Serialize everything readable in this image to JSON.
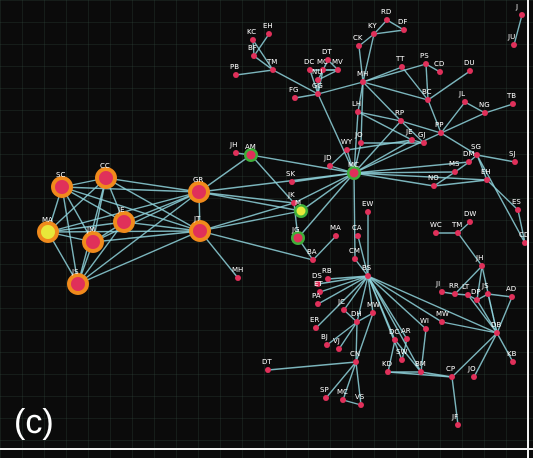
{
  "figure": {
    "panel_label": "(c)"
  },
  "colors": {
    "background": "#0b0b0b",
    "grid": "#2a3a33",
    "edge": "#8fd3dc",
    "node_fill": "#e0305a",
    "node_highlight_fill": "#e8e83a",
    "ring_orange": "#f08a1c",
    "ring_green": "#3fae3a"
  },
  "nodes": [
    {
      "id": "SC",
      "label": "SC",
      "ring": "orange",
      "fill": "red"
    },
    {
      "id": "CC",
      "label": "CC",
      "ring": "orange",
      "fill": "red"
    },
    {
      "id": "MA1",
      "label": "MA",
      "ring": "orange",
      "fill": "yellow"
    },
    {
      "id": "JM",
      "label": "JM",
      "ring": "orange",
      "fill": "red"
    },
    {
      "id": "JE",
      "label": "JE",
      "ring": "orange",
      "fill": "red"
    },
    {
      "id": "JS",
      "label": "JS",
      "ring": "orange",
      "fill": "red"
    },
    {
      "id": "GR",
      "label": "GR",
      "ring": "orange",
      "fill": "red"
    },
    {
      "id": "JT",
      "label": "JT",
      "ring": "orange",
      "fill": "red"
    },
    {
      "id": "MH1",
      "label": "MH",
      "ring": "none",
      "fill": "red"
    },
    {
      "id": "AM",
      "label": "AM",
      "ring": "green",
      "fill": "red"
    },
    {
      "id": "JH1",
      "label": "JH",
      "ring": "none",
      "fill": "red"
    },
    {
      "id": "SK",
      "label": "SK",
      "ring": "none",
      "fill": "red"
    },
    {
      "id": "JK",
      "label": "JK",
      "ring": "none",
      "fill": "red"
    },
    {
      "id": "AM2",
      "label": "M",
      "ring": "green",
      "fill": "yellow"
    },
    {
      "id": "JG",
      "label": "JG",
      "ring": "green",
      "fill": "red"
    },
    {
      "id": "BA",
      "label": "BA",
      "ring": "none",
      "fill": "red"
    },
    {
      "id": "MC",
      "label": "MC",
      "ring": "green",
      "fill": "red"
    },
    {
      "id": "JD",
      "label": "JD",
      "ring": "none",
      "fill": "red"
    },
    {
      "id": "EW",
      "label": "EW",
      "ring": "none",
      "fill": "red"
    },
    {
      "id": "CA",
      "label": "CA",
      "ring": "none",
      "fill": "red"
    },
    {
      "id": "MA2",
      "label": "MA",
      "ring": "none",
      "fill": "red"
    },
    {
      "id": "CM",
      "label": "CM",
      "ring": "none",
      "fill": "red"
    },
    {
      "id": "BS",
      "label": "BS",
      "ring": "none",
      "fill": "red"
    },
    {
      "id": "RB",
      "label": "RB",
      "ring": "none",
      "fill": "red"
    },
    {
      "id": "DS",
      "label": "DS",
      "ring": "none",
      "fill": "red"
    },
    {
      "id": "ET",
      "label": "ET",
      "ring": "none",
      "fill": "red"
    },
    {
      "id": "PA",
      "label": "PA",
      "ring": "none",
      "fill": "red"
    },
    {
      "id": "JC",
      "label": "JC",
      "ring": "none",
      "fill": "red"
    },
    {
      "id": "MW1",
      "label": "MW",
      "ring": "none",
      "fill": "red"
    },
    {
      "id": "ER",
      "label": "ER",
      "ring": "none",
      "fill": "red"
    },
    {
      "id": "DH",
      "label": "DH",
      "ring": "none",
      "fill": "red"
    },
    {
      "id": "BJ",
      "label": "BJ",
      "ring": "none",
      "fill": "red"
    },
    {
      "id": "VJ",
      "label": "VJ",
      "ring": "none",
      "fill": "red"
    },
    {
      "id": "DC",
      "label": "DC",
      "ring": "none",
      "fill": "red"
    },
    {
      "id": "AR",
      "label": "AR",
      "ring": "none",
      "fill": "red"
    },
    {
      "id": "WI",
      "label": "WI",
      "ring": "none",
      "fill": "red"
    },
    {
      "id": "MW2",
      "label": "MW",
      "ring": "none",
      "fill": "red"
    },
    {
      "id": "CN",
      "label": "CN",
      "ring": "none",
      "fill": "red"
    },
    {
      "id": "SW",
      "label": "SW",
      "ring": "none",
      "fill": "red"
    },
    {
      "id": "KD",
      "label": "KD",
      "ring": "none",
      "fill": "red"
    },
    {
      "id": "BM",
      "label": "BM",
      "ring": "none",
      "fill": "red"
    },
    {
      "id": "CP",
      "label": "CP",
      "ring": "none",
      "fill": "red"
    },
    {
      "id": "JO",
      "label": "JO",
      "ring": "none",
      "fill": "red"
    },
    {
      "id": "DT1",
      "label": "DT",
      "ring": "none",
      "fill": "red"
    },
    {
      "id": "SP",
      "label": "SP",
      "ring": "none",
      "fill": "red"
    },
    {
      "id": "MC2",
      "label": "MC",
      "ring": "none",
      "fill": "red"
    },
    {
      "id": "VS",
      "label": "VS",
      "ring": "none",
      "fill": "red"
    },
    {
      "id": "JF",
      "label": "JF",
      "ring": "none",
      "fill": "red"
    },
    {
      "id": "WC",
      "label": "WC",
      "ring": "none",
      "fill": "red"
    },
    {
      "id": "TM",
      "label": "TM",
      "ring": "none",
      "fill": "red"
    },
    {
      "id": "DW",
      "label": "DW",
      "ring": "none",
      "fill": "red"
    },
    {
      "id": "JH2",
      "label": "JH",
      "ring": "none",
      "fill": "red"
    },
    {
      "id": "JI",
      "label": "JI",
      "ring": "none",
      "fill": "red"
    },
    {
      "id": "RR",
      "label": "RR",
      "ring": "none",
      "fill": "red"
    },
    {
      "id": "LT",
      "label": "LT",
      "ring": "none",
      "fill": "red"
    },
    {
      "id": "DP",
      "label": "DP",
      "ring": "none",
      "fill": "red"
    },
    {
      "id": "JS2",
      "label": "JS",
      "ring": "none",
      "fill": "red"
    },
    {
      "id": "AD",
      "label": "AD",
      "ring": "none",
      "fill": "red"
    },
    {
      "id": "DB",
      "label": "DB",
      "ring": "none",
      "fill": "red"
    },
    {
      "id": "KB",
      "label": "KB",
      "ring": "none",
      "fill": "red"
    },
    {
      "id": "CD",
      "label": "CD",
      "ring": "none",
      "fill": "red"
    },
    {
      "id": "SG",
      "label": "SG",
      "ring": "none",
      "fill": "red"
    },
    {
      "id": "SJ",
      "label": "SJ",
      "ring": "none",
      "fill": "red"
    },
    {
      "id": "ES",
      "label": "ES",
      "ring": "none",
      "fill": "red"
    },
    {
      "id": "EH2",
      "label": "EH",
      "ring": "none",
      "fill": "red"
    },
    {
      "id": "NO",
      "label": "NO",
      "ring": "none",
      "fill": "red"
    },
    {
      "id": "MS",
      "label": "MS",
      "ring": "none",
      "fill": "red"
    },
    {
      "id": "DM",
      "label": "DM",
      "ring": "none",
      "fill": "red"
    },
    {
      "id": "TB",
      "label": "TB",
      "ring": "none",
      "fill": "red"
    },
    {
      "id": "NG",
      "label": "NG",
      "ring": "none",
      "fill": "red"
    },
    {
      "id": "JL",
      "label": "JL",
      "ring": "none",
      "fill": "red"
    },
    {
      "id": "BC",
      "label": "BC",
      "ring": "none",
      "fill": "red"
    },
    {
      "id": "PP",
      "label": "PP",
      "ring": "none",
      "fill": "red"
    },
    {
      "id": "JE2",
      "label": "JE",
      "ring": "none",
      "fill": "red"
    },
    {
      "id": "GJ",
      "label": "GJ",
      "ring": "none",
      "fill": "red"
    },
    {
      "id": "RP",
      "label": "RP",
      "ring": "none",
      "fill": "red"
    },
    {
      "id": "LH",
      "label": "LH",
      "ring": "none",
      "fill": "red"
    },
    {
      "id": "JO2",
      "label": "JO",
      "ring": "none",
      "fill": "red"
    },
    {
      "id": "WY",
      "label": "WY",
      "ring": "none",
      "fill": "red"
    },
    {
      "id": "GG",
      "label": "GG",
      "ring": "none",
      "fill": "red"
    },
    {
      "id": "FG",
      "label": "FG",
      "ring": "none",
      "fill": "red"
    },
    {
      "id": "MH2",
      "label": "MH",
      "ring": "none",
      "fill": "red"
    },
    {
      "id": "TT",
      "label": "TT",
      "ring": "none",
      "fill": "red"
    },
    {
      "id": "PS",
      "label": "PS",
      "ring": "none",
      "fill": "red"
    },
    {
      "id": "CD2",
      "label": "CD",
      "ring": "none",
      "fill": "red"
    },
    {
      "id": "DU",
      "label": "DU",
      "ring": "none",
      "fill": "red"
    },
    {
      "id": "CK",
      "label": "CK",
      "ring": "none",
      "fill": "red"
    },
    {
      "id": "KY",
      "label": "KY",
      "ring": "none",
      "fill": "red"
    },
    {
      "id": "RD",
      "label": "RD",
      "ring": "none",
      "fill": "red"
    },
    {
      "id": "DF",
      "label": "DF",
      "ring": "none",
      "fill": "red"
    },
    {
      "id": "DC2",
      "label": "DC",
      "ring": "none",
      "fill": "red"
    },
    {
      "id": "MC3",
      "label": "MC",
      "ring": "none",
      "fill": "red"
    },
    {
      "id": "MV",
      "label": "MV",
      "ring": "none",
      "fill": "red"
    },
    {
      "id": "DT2",
      "label": "DT",
      "ring": "none",
      "fill": "red"
    },
    {
      "id": "NU",
      "label": "NU",
      "ring": "none",
      "fill": "red"
    },
    {
      "id": "KC",
      "label": "KC",
      "ring": "none",
      "fill": "red"
    },
    {
      "id": "EH",
      "label": "EH",
      "ring": "none",
      "fill": "red"
    },
    {
      "id": "BF",
      "label": "BF",
      "ring": "none",
      "fill": "red"
    },
    {
      "id": "TM2",
      "label": "TM",
      "ring": "none",
      "fill": "red"
    },
    {
      "id": "PB",
      "label": "PB",
      "ring": "none",
      "fill": "red"
    },
    {
      "id": "JU",
      "label": "JU",
      "ring": "none",
      "fill": "red"
    },
    {
      "id": "J1",
      "label": "J",
      "ring": "none",
      "fill": "red"
    }
  ],
  "edges": [
    [
      "SC",
      "CC"
    ],
    [
      "SC",
      "MA1"
    ],
    [
      "SC",
      "JM"
    ],
    [
      "SC",
      "JE"
    ],
    [
      "SC",
      "JS"
    ],
    [
      "SC",
      "GR"
    ],
    [
      "SC",
      "JT"
    ],
    [
      "CC",
      "MA1"
    ],
    [
      "CC",
      "JM"
    ],
    [
      "CC",
      "JE"
    ],
    [
      "CC",
      "JS"
    ],
    [
      "CC",
      "GR"
    ],
    [
      "CC",
      "JT"
    ],
    [
      "MA1",
      "JM"
    ],
    [
      "MA1",
      "JE"
    ],
    [
      "MA1",
      "JS"
    ],
    [
      "MA1",
      "GR"
    ],
    [
      "MA1",
      "JT"
    ],
    [
      "JM",
      "JE"
    ],
    [
      "JM",
      "JS"
    ],
    [
      "JM",
      "GR"
    ],
    [
      "JM",
      "JT"
    ],
    [
      "JE",
      "JS"
    ],
    [
      "JE",
      "GR"
    ],
    [
      "JE",
      "JT"
    ],
    [
      "JS",
      "GR"
    ],
    [
      "JS",
      "JT"
    ],
    [
      "GR",
      "JT"
    ],
    [
      "JT",
      "MH1"
    ],
    [
      "GR",
      "AM"
    ],
    [
      "JH1",
      "AM"
    ],
    [
      "AM",
      "JK"
    ],
    [
      "GR",
      "JK"
    ],
    [
      "GR",
      "AM2"
    ],
    [
      "JT",
      "AM2"
    ],
    [
      "GR",
      "MC"
    ],
    [
      "JT",
      "JK"
    ],
    [
      "AM2",
      "MC"
    ],
    [
      "JK",
      "JG"
    ],
    [
      "JG",
      "BA"
    ],
    [
      "JG",
      "MC"
    ],
    [
      "BA",
      "MA2"
    ],
    [
      "MC",
      "CM"
    ],
    [
      "MC",
      "JD"
    ],
    [
      "MC",
      "NO"
    ],
    [
      "MC",
      "EH2"
    ],
    [
      "MC",
      "RP"
    ],
    [
      "MC",
      "LH"
    ],
    [
      "MC",
      "WY"
    ],
    [
      "MC",
      "JO2"
    ],
    [
      "MC",
      "GG"
    ],
    [
      "MC",
      "DM"
    ],
    [
      "MC",
      "MS"
    ],
    [
      "MC",
      "JE2"
    ],
    [
      "MC",
      "PP"
    ],
    [
      "CM",
      "BS"
    ],
    [
      "CA",
      "BS"
    ],
    [
      "EW",
      "BS"
    ],
    [
      "BS",
      "RB"
    ],
    [
      "BS",
      "DS"
    ],
    [
      "BS",
      "ET"
    ],
    [
      "BS",
      "PA"
    ],
    [
      "BS",
      "JC"
    ],
    [
      "BS",
      "MW1"
    ],
    [
      "BS",
      "DH"
    ],
    [
      "BS",
      "DC"
    ],
    [
      "BS",
      "AR"
    ],
    [
      "BS",
      "WI"
    ],
    [
      "BS",
      "MW2"
    ],
    [
      "BS",
      "DB"
    ],
    [
      "BS",
      "SW"
    ],
    [
      "BS",
      "BM"
    ],
    [
      "BS",
      "ER"
    ],
    [
      "MW1",
      "DH"
    ],
    [
      "JC",
      "DH"
    ],
    [
      "DH",
      "VJ"
    ],
    [
      "DH",
      "BJ"
    ],
    [
      "DH",
      "CN"
    ],
    [
      "MW1",
      "CN"
    ],
    [
      "CN",
      "SP"
    ],
    [
      "CN",
      "MC2"
    ],
    [
      "CN",
      "VS"
    ],
    [
      "MC2",
      "VS"
    ],
    [
      "CN",
      "DT1"
    ],
    [
      "DC",
      "KD"
    ],
    [
      "AR",
      "SW"
    ],
    [
      "DC",
      "BM"
    ],
    [
      "WI",
      "BM"
    ],
    [
      "MW2",
      "DB"
    ],
    [
      "DB",
      "CP"
    ],
    [
      "DB",
      "JO"
    ],
    [
      "DB",
      "AD"
    ],
    [
      "DB",
      "JS2"
    ],
    [
      "DB",
      "DP"
    ],
    [
      "DB",
      "LT"
    ],
    [
      "DB",
      "JH2"
    ],
    [
      "DB",
      "KB"
    ],
    [
      "CP",
      "JF"
    ],
    [
      "CP",
      "BM"
    ],
    [
      "CP",
      "KD"
    ],
    [
      "BM",
      "KD"
    ],
    [
      "JI",
      "RR"
    ],
    [
      "RR",
      "LT"
    ],
    [
      "LT",
      "DP"
    ],
    [
      "DP",
      "JS2"
    ],
    [
      "JS2",
      "AD"
    ],
    [
      "JH2",
      "TM"
    ],
    [
      "TM",
      "WC"
    ],
    [
      "DW",
      "TM"
    ],
    [
      "JH2",
      "DP"
    ],
    [
      "JH2",
      "RR"
    ],
    [
      "GG",
      "FG"
    ],
    [
      "GG",
      "MH2"
    ],
    [
      "GG",
      "DC2"
    ],
    [
      "GG",
      "MC3"
    ],
    [
      "GG",
      "NU"
    ],
    [
      "GG",
      "TM2"
    ],
    [
      "MH2",
      "CK"
    ],
    [
      "MH2",
      "KY"
    ],
    [
      "MH2",
      "TT"
    ],
    [
      "MH2",
      "PS"
    ],
    [
      "MH2",
      "LH"
    ],
    [
      "MH2",
      "RP"
    ],
    [
      "MH2",
      "BC"
    ],
    [
      "MH2",
      "JO2"
    ],
    [
      "KY",
      "RD"
    ],
    [
      "KY",
      "DF"
    ],
    [
      "RD",
      "DF"
    ],
    [
      "CK",
      "KY"
    ],
    [
      "TM2",
      "BF"
    ],
    [
      "BF",
      "EH"
    ],
    [
      "KC",
      "BF"
    ],
    [
      "KC",
      "TM2"
    ],
    [
      "PB",
      "TM2"
    ],
    [
      "DC2",
      "MV"
    ],
    [
      "DT2",
      "MV"
    ],
    [
      "MC3",
      "MV"
    ],
    [
      "NU",
      "MV"
    ],
    [
      "NU",
      "DT2"
    ],
    [
      "LH",
      "RP"
    ],
    [
      "LH",
      "JE2"
    ],
    [
      "RP",
      "PP"
    ],
    [
      "RP",
      "GJ"
    ],
    [
      "PP",
      "SG"
    ],
    [
      "SG",
      "SJ"
    ],
    [
      "SG",
      "EH2"
    ],
    [
      "EH2",
      "ES"
    ],
    [
      "EH2",
      "NO"
    ],
    [
      "NO",
      "MS"
    ],
    [
      "MS",
      "DM"
    ],
    [
      "DM",
      "SG"
    ],
    [
      "NG",
      "TB"
    ],
    [
      "NG",
      "PP"
    ],
    [
      "JL",
      "PP"
    ],
    [
      "BC",
      "PP"
    ],
    [
      "PS",
      "CD2"
    ],
    [
      "PS",
      "BC"
    ],
    [
      "TT",
      "BC"
    ],
    [
      "DU",
      "BC"
    ],
    [
      "WY",
      "JE2"
    ],
    [
      "JD",
      "WY"
    ],
    [
      "GJ",
      "JE2"
    ],
    [
      "JO2",
      "GJ"
    ],
    [
      "SG",
      "CD"
    ],
    [
      "ES",
      "CD"
    ],
    [
      "JU",
      "J1"
    ],
    [
      "NG",
      "JL"
    ],
    [
      "SK",
      "MC"
    ],
    [
      "AM",
      "MC"
    ],
    [
      "JK",
      "MC"
    ],
    [
      "JT",
      "BA"
    ]
  ]
}
